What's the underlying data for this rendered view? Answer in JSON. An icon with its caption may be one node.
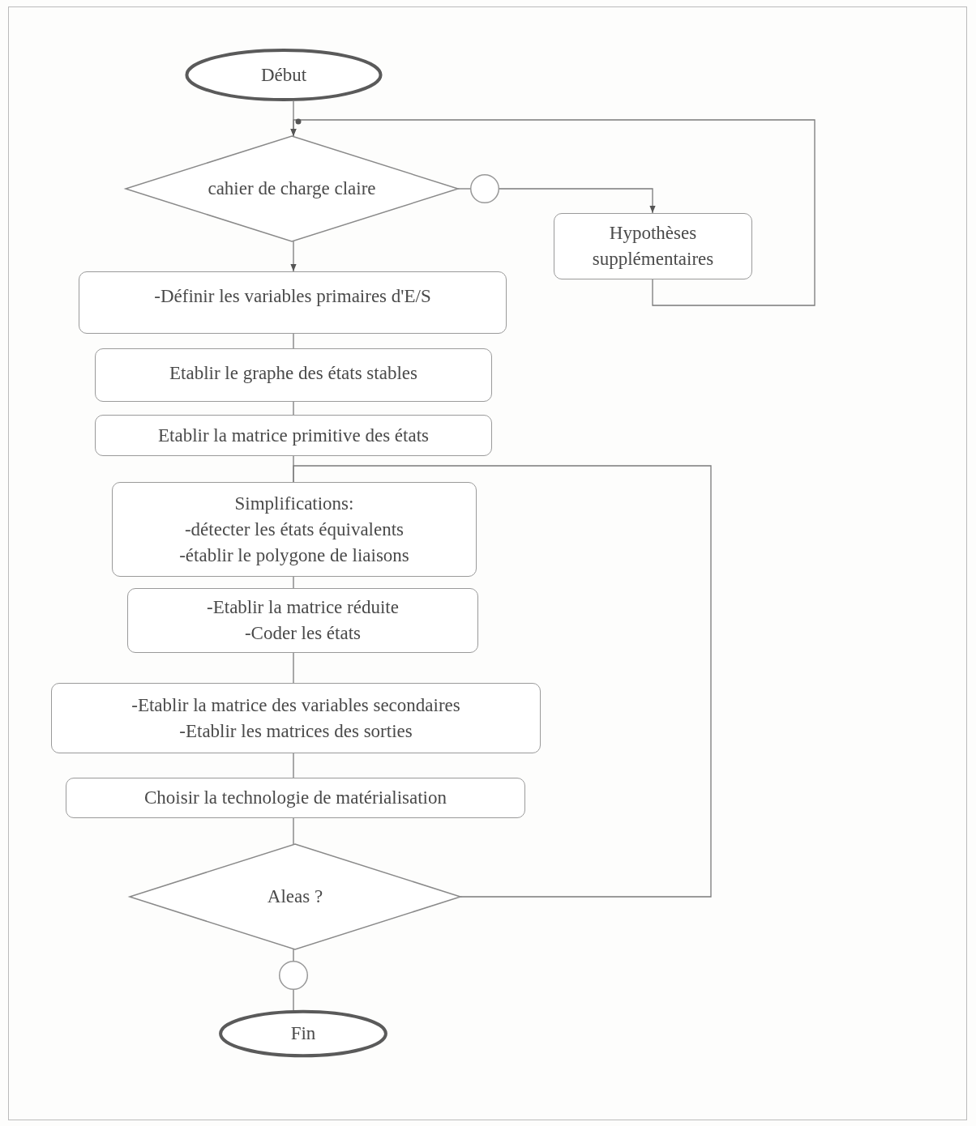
{
  "diagram": {
    "nodes": [
      {
        "text": [
          "Début"
        ]
      },
      {
        "text": [
          "cahier de charge claire"
        ]
      },
      {
        "text": [],
        "shape": "circle"
      },
      {
        "text": [
          "Hypothèses supplémentaires"
        ]
      },
      {
        "text": [
          "-Définir les variables primaires d'E/S"
        ]
      },
      {
        "text": [
          "Etablir le graphe des états stables"
        ]
      },
      {
        "text": [
          "Etablir la matrice primitive des états"
        ]
      },
      {
        "text": [
          "Simplifications:",
          "-détecter les états équivalents",
          "-établir le polygone de liaisons"
        ]
      },
      {
        "text": [
          "-Etablir la matrice réduite",
          "-Coder les états"
        ]
      },
      {
        "text": [
          "-Etablir la matrice des variables secondaires",
          "-Etablir les matrices des sorties"
        ]
      },
      {
        "text": [
          "Choisir la technologie de matérialisation"
        ]
      },
      {
        "text": [
          "Aleas ?"
        ]
      },
      {
        "text": [],
        "shape": "circle"
      },
      {
        "text": [
          "Fin"
        ]
      }
    ],
    "edges": [
      {
        "from": 0,
        "to": 1,
        "arrow": "to"
      },
      {
        "from": 1,
        "to": 2,
        "arrow": "none"
      },
      {
        "from": 2,
        "to": 3,
        "arrow": "to"
      },
      {
        "from": 3,
        "to": 1,
        "arrow": "to"
      },
      {
        "from": 1,
        "to": 4,
        "arrow": "to"
      },
      {
        "from": 4,
        "to": 5,
        "arrow": "none"
      },
      {
        "from": 5,
        "to": 6,
        "arrow": "none"
      },
      {
        "from": 6,
        "to": 7,
        "arrow": "none"
      },
      {
        "from": 7,
        "to": 8,
        "arrow": "none"
      },
      {
        "from": 8,
        "to": 9,
        "arrow": "none"
      },
      {
        "from": 9,
        "to": 10,
        "arrow": "none"
      },
      {
        "from": 10,
        "to": 11,
        "arrow": "none"
      },
      {
        "from": 11,
        "to": 7,
        "arrow": "none"
      },
      {
        "from": 11,
        "to": 12,
        "arrow": "none"
      },
      {
        "from": 12,
        "to": 13,
        "arrow": "none"
      }
    ]
  }
}
